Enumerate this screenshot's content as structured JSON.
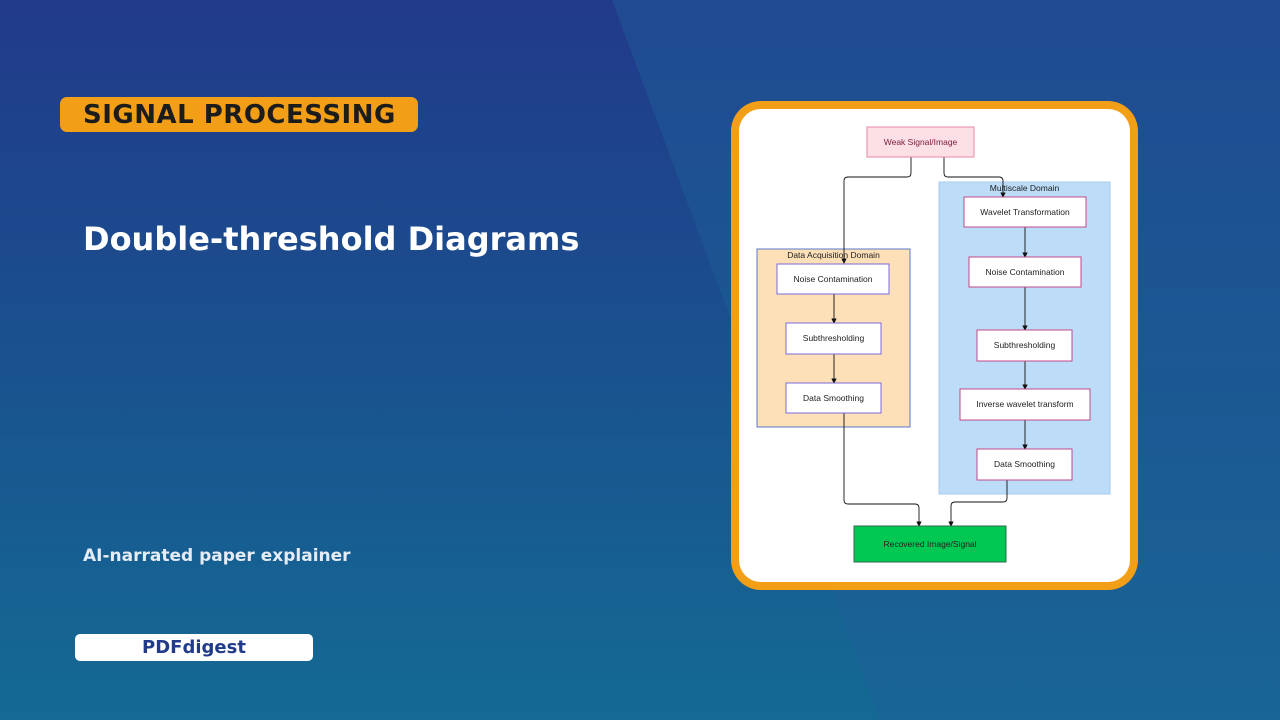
{
  "header": {
    "category": "SIGNAL PROCESSING",
    "title": "Double-threshold Diagrams",
    "subtitle": "AI-narrated paper explainer",
    "brand": "PDFdigest"
  },
  "colors": {
    "badge": "#f29f17",
    "frame": "#f29f17",
    "acquisition_group": "#fde0b8",
    "multiscale_group": "#bcdcf7",
    "start_node": "#fde0e6",
    "end_node": "#00c853"
  },
  "diagram": {
    "start": "Weak Signal/Image",
    "end": "Recovered Image/Signal",
    "groups": {
      "acquisition": {
        "label": "Data Acquisition Domain",
        "nodes": [
          "Noise Contamination",
          "Subthresholding",
          "Data Smoothing"
        ]
      },
      "multiscale": {
        "label": "Multiscale Domain",
        "nodes": [
          "Wavelet Transformation",
          "Noise Contamination",
          "Subthresholding",
          "Inverse wavelet transform",
          "Data Smoothing"
        ]
      }
    }
  }
}
